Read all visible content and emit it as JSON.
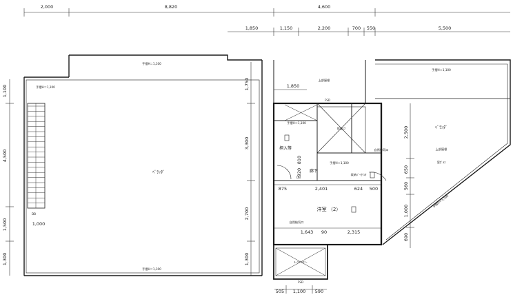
{
  "dimensions": {
    "top_row1": [
      "2,000",
      "8,820",
      "4,600"
    ],
    "top_row2": [
      "1,850",
      "1,150",
      "2,200",
      "700",
      "550",
      "5,500"
    ],
    "left_col": [
      "1,100",
      "4,500",
      "1,500",
      "1,300"
    ],
    "mid_col": [
      "1,750",
      "3,300",
      "2,700",
      "1,300"
    ],
    "inner_top": "1,850",
    "core_v": [
      "920",
      "810"
    ],
    "row_875": [
      "875",
      "2,401",
      "624",
      "500"
    ],
    "row_1643": [
      "1,643",
      "90",
      "2,315"
    ],
    "right_col": [
      "2,500",
      "650",
      "560",
      "1,000",
      "690"
    ],
    "bottom": [
      "505",
      "1,100",
      "590"
    ],
    "stair_w": "1,000"
  },
  "rooms": {
    "balcony_main": "ﾍﾞﾗﾝﾀﾞ",
    "balcony_right": "ﾍﾞﾗﾝﾀﾞ",
    "closet": "押入等",
    "hallway": "廊下",
    "western_room": "洋室 （2）",
    "veranda_right_note": "上部屋根",
    "veranda_right_note2": "窓ｶﾞﾗｽ",
    "balcony_bottom": "ﾙｰﾌﾊﾞﾙｺﾆｰ",
    "wic": "収納ﾊﾞｰｶｳﾝﾀ",
    "skylight": "吹抜け"
  },
  "notes": {
    "handrail": "手摺H＝1,100",
    "roof_above": "上部屋根",
    "fsd": "FSD",
    "fsd2": "FSD",
    "natural_vent_1": "自然排気口",
    "natural_vent_2": "自然給気口",
    "db": "DB",
    "db2": "DB"
  }
}
